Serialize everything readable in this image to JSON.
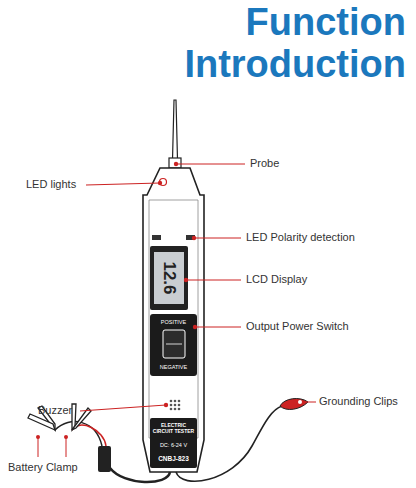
{
  "diagram": {
    "title": "Function Introduction",
    "labels": [
      "Probe",
      "LED lights",
      "LED Polarity detection",
      "LCD Display",
      "Output Power Switch",
      "Buzzer",
      "Grounding Clips",
      "Battery Clamp",
      "12.6",
      "POSITIVE",
      "NEGATIVE",
      "ELECTRIC CIRCUIT TESTER",
      "DC: 6-24 V",
      "CNBJ-823"
    ]
  }
}
